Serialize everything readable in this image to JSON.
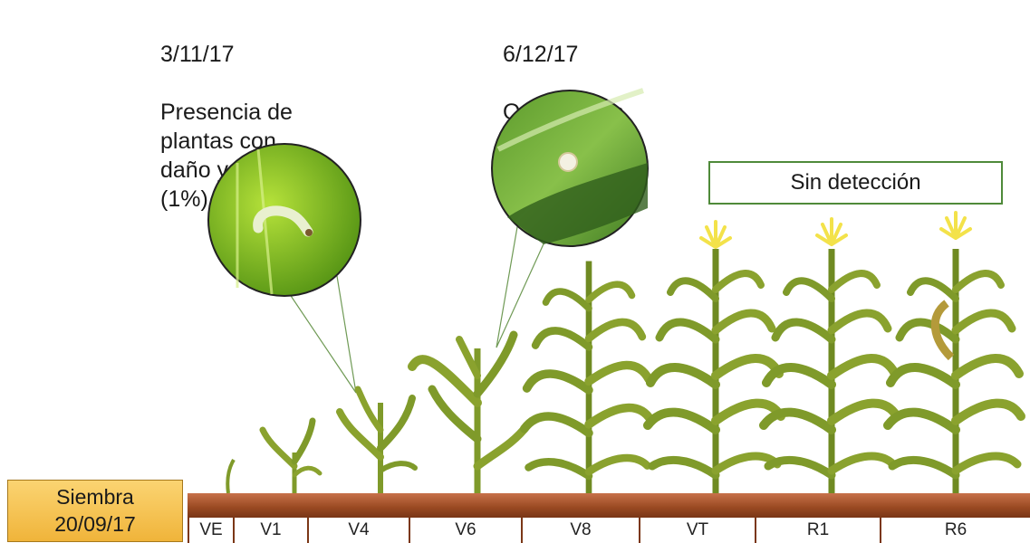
{
  "annotations": [
    {
      "date": "3/11/17",
      "text": "Presencia de\nplantas con\ndaño y orugas\n(1%)"
    },
    {
      "date": "6/12/17",
      "text": "Oviposturas"
    }
  ],
  "no_detection_label": "Sin detección",
  "sowing": {
    "label": "Siembra",
    "date": "20/09/17"
  },
  "stages": [
    "VE",
    "V1",
    "V4",
    "V6",
    "V8",
    "VT",
    "R1",
    "R6"
  ],
  "colors": {
    "leaf": "#8a9a2a",
    "leaf_dark": "#5d7419",
    "soil": "#9a4a22",
    "tassel": "#f3e24a",
    "box_border": "#4f8a3a",
    "sowing_fill": "#f6c35a"
  }
}
